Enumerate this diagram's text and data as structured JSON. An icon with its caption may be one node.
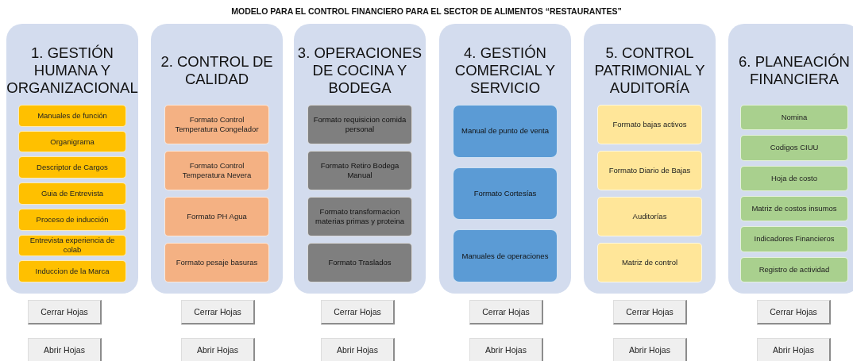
{
  "diagram": {
    "title": "MODELO PARA EL CONTROL FINANCIERO PARA EL SECTOR DE ALIMENTOS “RESTAURANTES”",
    "nodes": [
      {
        "text": [
          "1. GESTIÓN HUMANA Y ORGANIZACIONAL"
        ]
      },
      {
        "text": [
          "Manuales de función"
        ],
        "in": 0
      },
      {
        "text": [
          "Organigrama"
        ],
        "in": 0
      },
      {
        "text": [
          "Descriptor de Cargos"
        ],
        "in": 0
      },
      {
        "text": [
          "Guia de Entrevista"
        ],
        "in": 0
      },
      {
        "text": [
          "Proceso de inducción"
        ],
        "in": 0
      },
      {
        "text": [
          "Entrevista experiencia de colab"
        ],
        "in": 0
      },
      {
        "text": [
          "Induccion de la Marca"
        ],
        "in": 0
      },
      {
        "text": [
          "2. CONTROL DE CALIDAD"
        ]
      },
      {
        "text": [
          "Formato Control Temperatura Congelador"
        ],
        "in": 8
      },
      {
        "text": [
          "Formato Control Temperatura Nevera"
        ],
        "in": 8
      },
      {
        "text": [
          "Formato PH Agua"
        ],
        "in": 8
      },
      {
        "text": [
          "Formato pesaje basuras"
        ],
        "in": 8
      },
      {
        "text": [
          "3. OPERACIONES DE COCINA Y BODEGA"
        ]
      },
      {
        "text": [
          "Formato requisicion comida personal"
        ],
        "in": 13
      },
      {
        "text": [
          "Formato Retiro Bodega Manual"
        ],
        "in": 13
      },
      {
        "text": [
          "Formato transformacion materias primas y proteina"
        ],
        "in": 13
      },
      {
        "text": [
          "Formato Traslados"
        ],
        "in": 13
      },
      {
        "text": [
          "4. GESTIÓN COMERCIAL Y SERVICIO"
        ]
      },
      {
        "text": [
          "Manual de punto de venta"
        ],
        "in": 18
      },
      {
        "text": [
          "Formato Cortesías"
        ],
        "in": 18
      },
      {
        "text": [
          "Manuales de operaciones"
        ],
        "in": 18
      },
      {
        "text": [
          "5. CONTROL PATRIMONIAL Y AUDITORÍA"
        ]
      },
      {
        "text": [
          "Formato bajas activos"
        ],
        "in": 22
      },
      {
        "text": [
          "Formato Diario de Bajas"
        ],
        "in": 22
      },
      {
        "text": [
          "Auditorías"
        ],
        "in": 22
      },
      {
        "text": [
          "Matriz de control"
        ],
        "in": 22
      },
      {
        "text": [
          "6. PLANEACIÓN FINANCIERA"
        ]
      },
      {
        "text": [
          "Nomina"
        ],
        "in": 27
      },
      {
        "text": [
          "Codigos CIUU"
        ],
        "in": 27
      },
      {
        "text": [
          "Hoja de costo"
        ],
        "in": 27
      },
      {
        "text": [
          "Matriz de costos insumos"
        ],
        "in": 27
      },
      {
        "text": [
          "Indicadores Financieros"
        ],
        "in": 27
      },
      {
        "text": [
          "Registro de actividad"
        ],
        "in": 27
      },
      {
        "text": [
          "Cerrar Hojas"
        ]
      },
      {
        "text": [
          "Cerrar Hojas"
        ]
      },
      {
        "text": [
          "Cerrar Hojas"
        ]
      },
      {
        "text": [
          "Cerrar Hojas"
        ]
      },
      {
        "text": [
          "Cerrar Hojas"
        ]
      },
      {
        "text": [
          "Cerrar Hojas"
        ]
      },
      {
        "text": [
          "Abrir Hojas"
        ]
      },
      {
        "text": [
          "Abrir Hojas"
        ]
      },
      {
        "text": [
          "Abrir Hojas"
        ]
      },
      {
        "text": [
          "Abrir Hojas"
        ]
      },
      {
        "text": [
          "Abrir Hojas"
        ]
      },
      {
        "text": [
          "Abrir Hojas"
        ]
      }
    ]
  }
}
